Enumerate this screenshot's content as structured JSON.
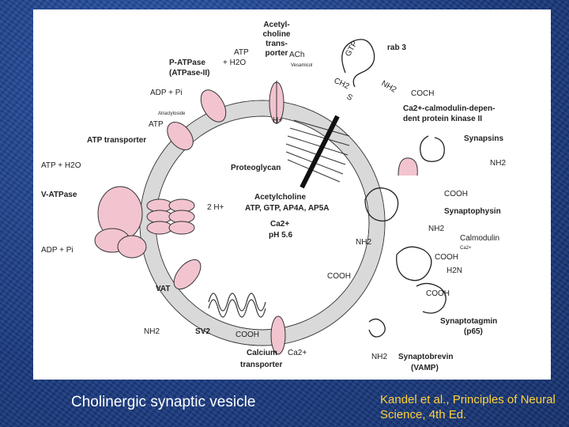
{
  "caption": "Cholinergic synaptic vesicle",
  "citation": "Kandel et al., Principles of Neural Science, 4th Ed.",
  "labels": {
    "ach_transporter": [
      "Acetyl-",
      "choline",
      "trans-",
      "porter"
    ],
    "ach": "ACh",
    "vesamicol": "Vesamicol",
    "gtp": "GTP",
    "rab3": "rab 3",
    "nh2_rab": "NH2",
    "ch2": "CH2",
    "coch": "COCH",
    "s_s": "S",
    "cam_kinase": [
      "Ca2+-calmodulin-depen-",
      "dent protein kinase II"
    ],
    "synapsins": "Synapsins",
    "nh2_synapsin": "NH2",
    "p_atpase_top": "ATP",
    "p_atpase_plus": "+ H2O",
    "p_atpase": "P-ATPase",
    "p_atpase_2": "(ATPase-II)",
    "adp_pi_top": "ADP + Pi",
    "atractyloside": "Atractyloside",
    "atp_small": "ATP",
    "h_plus": "H+",
    "atp_transporter": "ATP transporter",
    "proteoglycan": "Proteoglycan",
    "atp_h2o": "ATP + H2O",
    "v_atpase": "V-ATPase",
    "two_h": "2 H+",
    "lumen_line1": "Acetylcholine",
    "lumen_line2": "ATP, GTP, AP4A, AP5A",
    "lumen_line3": "Ca2+",
    "lumen_line4": "pH 5.6",
    "cooh_sphys": "COOH",
    "synaptophysin": "Synaptophysin",
    "nh2_sphys": "NH2",
    "adp_pi_bottom": "ADP + Pi",
    "nh2_mid": "NH2",
    "calmodulin": "Calmodulin",
    "cooh_cam": "COOH",
    "h2n": "H2N",
    "ca_a": "Ca2+",
    "cooh_vat": "COOH",
    "vat": "VAT",
    "cooh_tagmin": "COOH",
    "synaptotagmin": "Synaptotagmin",
    "p65": "(p65)",
    "nh2_sv2": "NH2",
    "sv2": "SV2",
    "cooh_sv2": "COOH",
    "calcium": "Calcium",
    "ca_transporter_ion": "Ca2+",
    "transporter": "transporter",
    "nh2_brevin": "NH2",
    "synaptobrevin": "Synaptobrevin",
    "vamp": "(VAMP)"
  },
  "colors": {
    "membrane": "#d9d9d9",
    "protein": "#f2c4cf",
    "background": "#1c3f86",
    "citation": "#ffd23c"
  }
}
